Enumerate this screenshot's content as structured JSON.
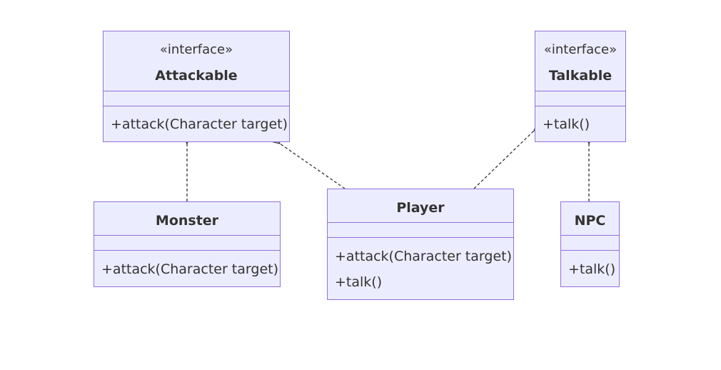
{
  "colors": {
    "fill": "#ECECFF",
    "border": "#9370DB",
    "text": "#333333",
    "edge": "#333333"
  },
  "classes": {
    "attackable": {
      "stereotype": "«interface»",
      "name": "Attackable",
      "methods": [
        "+attack(Character target)"
      ]
    },
    "talkable": {
      "stereotype": "«interface»",
      "name": "Talkable",
      "methods": [
        "+talk()"
      ]
    },
    "monster": {
      "name": "Monster",
      "methods": [
        "+attack(Character target)"
      ]
    },
    "player": {
      "name": "Player",
      "methods": [
        "+attack(Character target)",
        "+talk()"
      ]
    },
    "npc": {
      "name": "NPC",
      "methods": [
        "+talk()"
      ]
    }
  },
  "relations": [
    {
      "from": "Monster",
      "to": "Attackable",
      "type": "realization"
    },
    {
      "from": "Player",
      "to": "Attackable",
      "type": "realization"
    },
    {
      "from": "Player",
      "to": "Talkable",
      "type": "realization"
    },
    {
      "from": "NPC",
      "to": "Talkable",
      "type": "realization"
    }
  ]
}
